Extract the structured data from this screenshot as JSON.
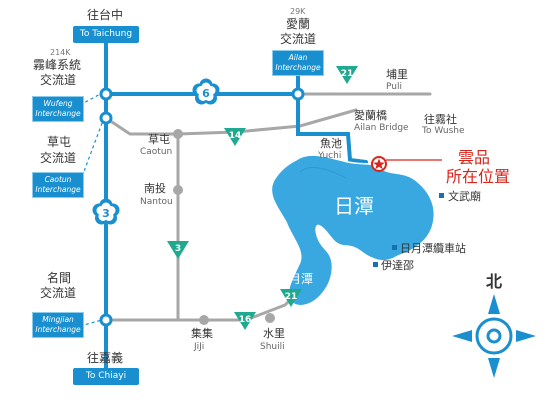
{
  "places": {
    "taichung": {
      "zh": "往台中",
      "en": "To Taichung"
    },
    "chiayi": {
      "zh": "往嘉義",
      "en": "To Chiayi"
    },
    "ailan_ic": {
      "km": "29K",
      "zh1": "愛蘭",
      "zh2": "交流道",
      "en1": "Ailan",
      "en2": "Interchange"
    },
    "wufeng_ic": {
      "km": "214K",
      "zh1": "霧峰系統",
      "zh2": "交流道",
      "en1": "Wufeng",
      "en2": "Interchange"
    },
    "caotun_ic": {
      "zh1": "草屯",
      "zh2": "交流道",
      "en1": "Caotun",
      "en2": "Interchange"
    },
    "mingjian_ic": {
      "zh1": "名間",
      "zh2": "交流道",
      "en1": "Mingjian",
      "en2": "Interchange"
    },
    "puli": {
      "zh": "埔里",
      "en": "Puli"
    },
    "ailan_bridge": {
      "zh": "愛蘭橋",
      "en": "Ailan Bridge"
    },
    "wushe": {
      "zh": "往霧社",
      "en": "To Wushe"
    },
    "caotun": {
      "zh": "草屯",
      "en": "Caotun"
    },
    "nantou": {
      "zh": "南投",
      "en": "Nantou"
    },
    "yuchi": {
      "zh": "魚池",
      "en": "Yuchi"
    },
    "jiji": {
      "zh": "集集",
      "en": "JiJi"
    },
    "shuili": {
      "zh": "水里",
      "en": "Shuili"
    }
  },
  "lake": {
    "sun": "日潭",
    "moon": "月潭"
  },
  "poi": {
    "wenwu": "文武廟",
    "cableway": "日月潭纜車站",
    "ita_thao": "伊達邵"
  },
  "hotel": {
    "line1": "雲品",
    "line2": "所在位置"
  },
  "routes": {
    "fwy3": "3",
    "fwy6": "6",
    "r14": "14",
    "r21a": "21",
    "r21b": "21",
    "r3": "3",
    "r16": "16"
  },
  "compass": {
    "label": "北"
  },
  "colors": {
    "road_blue": "#1a8fd0",
    "road_gray": "#999999",
    "lake": "#3aa8e0",
    "route_green": "#1fa98e",
    "hotel_red": "#d9261c"
  }
}
